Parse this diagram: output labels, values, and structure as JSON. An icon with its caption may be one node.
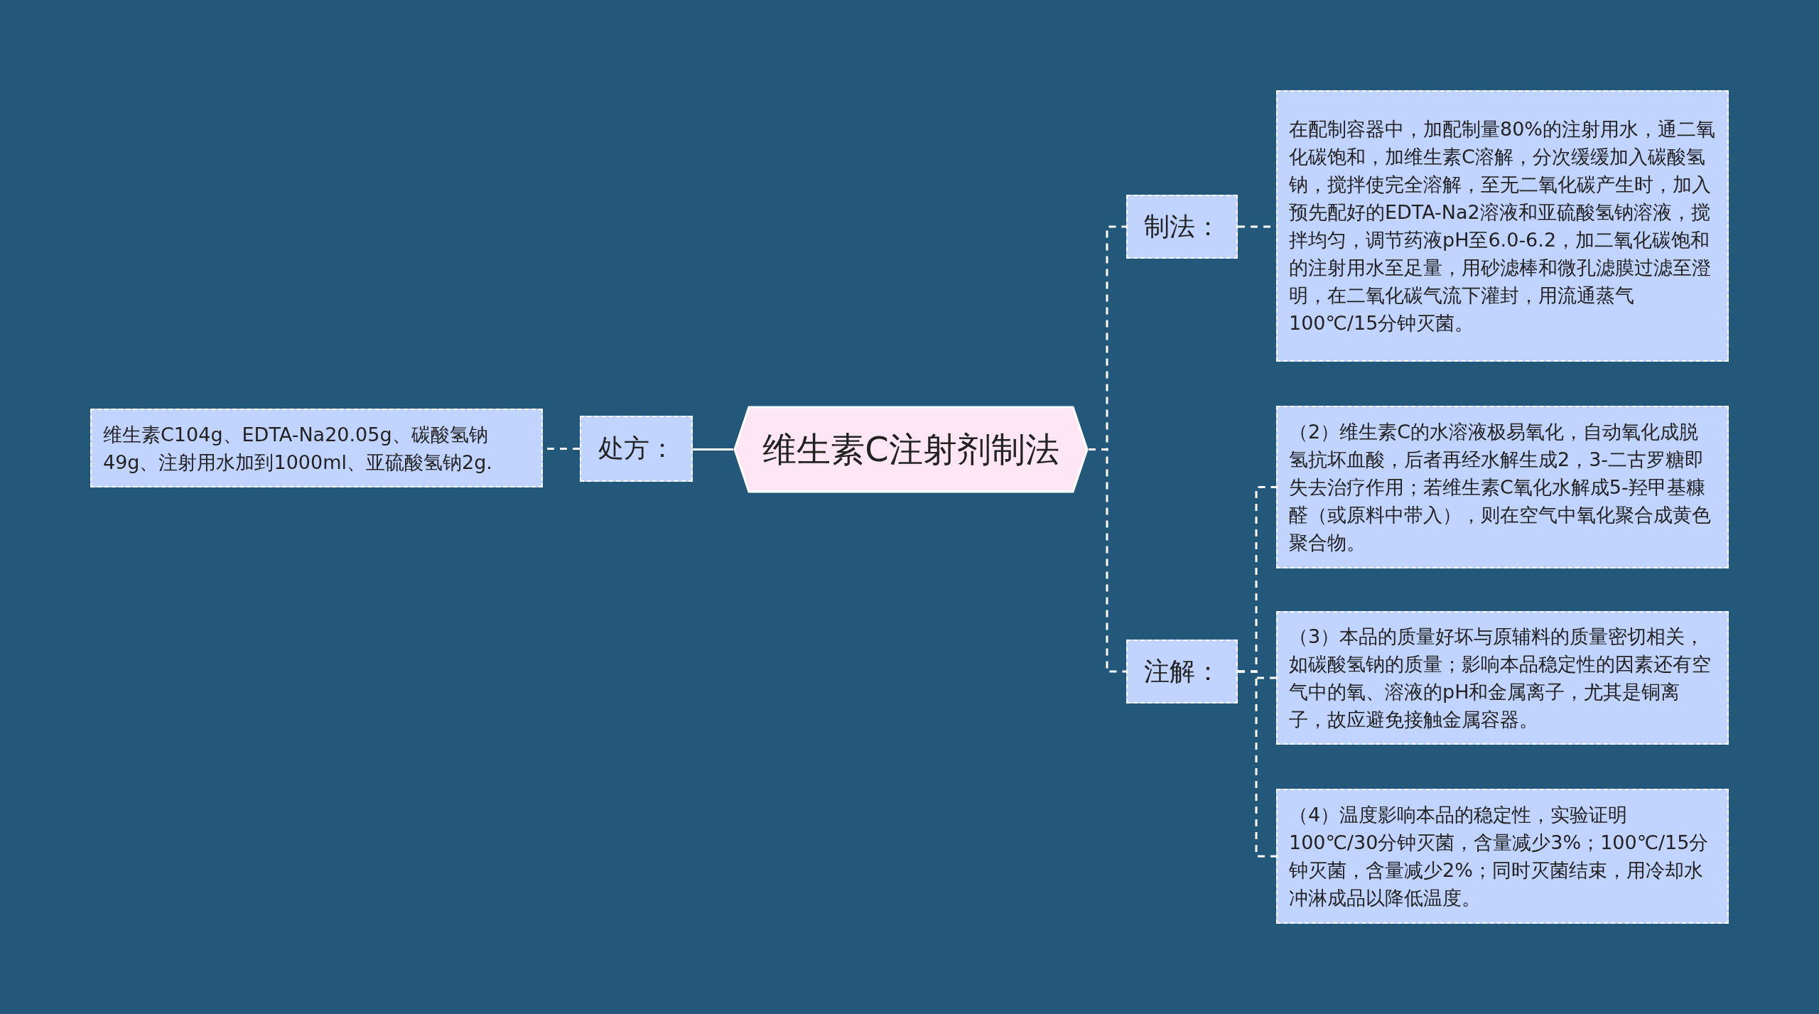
{
  "diagram": {
    "nodes": [
      {
        "text": [
          "维生素C注射剂制法"
        ]
      },
      {
        "text": [
          "处方："
        ]
      },
      {
        "text": [
          "维生素C104g、EDTA-Na20.05g、碳酸氢钠49g、注射用水加到1000ml、亚硫酸氢钠2g."
        ]
      },
      {
        "text": [
          "制法："
        ]
      },
      {
        "text": [
          "在配制容器中，加配制量80%的注射用水，通二氧化碳饱和，加维生素C溶解，分次缓缓加入碳酸氢钠，搅拌使完全溶解，至无二氧化碳产生时，加入预先配好的EDTA-Na2溶液和亚硫酸氢钠溶液，搅拌均匀，调节药液pH至6.0-6.2，加二氧化碳饱和的注射用水至足量，用砂滤棒和微孔滤膜过滤至澄明，在二氧化碳气流下灌封，用流通蒸气100℃/15分钟灭菌。"
        ]
      },
      {
        "text": [
          "注解："
        ]
      },
      {
        "text": [
          "（2）维生素C的水溶液极易氧化，自动氧化成脱氢抗坏血酸，后者再经水解生成2，3-二古罗糖即失去治疗作用；若维生素C氧化水解成5-羟甲基糠醛（或原料中带入），则在空气中氧化聚合成黄色聚合物。"
        ]
      },
      {
        "text": [
          "（3）本品的质量好坏与原辅料的质量密切相关，如碳酸氢钠的质量；影响本品稳定性的因素还有空气中的氧、溶液的pH和金属离子，尤其是铜离子，故应避免接触金属容器。"
        ]
      },
      {
        "text": [
          "（4）温度影响本品的稳定性，实验证明100℃/30分钟灭菌，含量减少3%；100℃/15分钟灭菌，含量减少2%；同时灭菌结束，用冷却水冲淋成品以降低温度。"
        ]
      }
    ],
    "edges": [
      {
        "from": 0,
        "to": 1,
        "arrow": "none"
      },
      {
        "from": 1,
        "to": 2,
        "arrow": "none",
        "style": "dashed"
      },
      {
        "from": 0,
        "to": 3,
        "arrow": "none",
        "style": "dashed"
      },
      {
        "from": 0,
        "to": 5,
        "arrow": "none",
        "style": "dashed"
      },
      {
        "from": 3,
        "to": 4,
        "arrow": "none",
        "style": "dashed"
      },
      {
        "from": 5,
        "to": 6,
        "arrow": "none",
        "style": "dashed"
      },
      {
        "from": 5,
        "to": 7,
        "arrow": "none",
        "style": "dashed"
      },
      {
        "from": 5,
        "to": 8,
        "arrow": "none",
        "style": "dashed"
      }
    ]
  }
}
